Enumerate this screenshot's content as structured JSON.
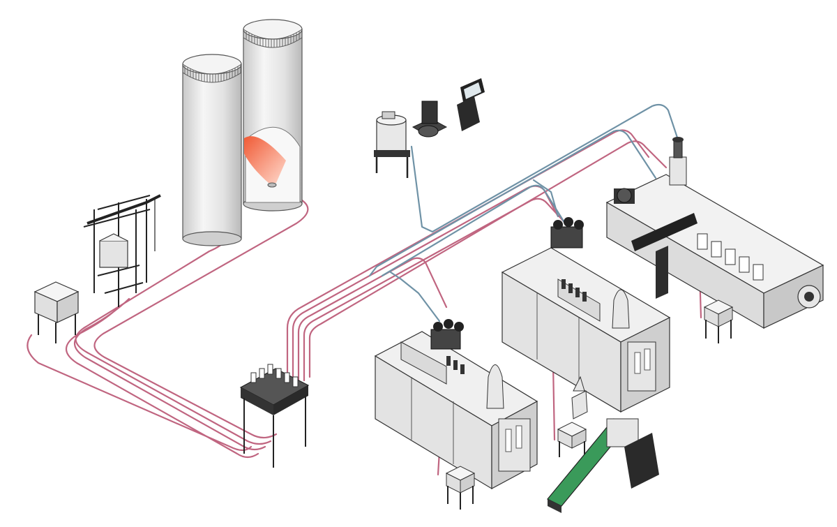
{
  "diagram": {
    "kind": "central-conveying-system-illustration",
    "labels": [],
    "equipment": [
      {
        "name": "storage-silo-left"
      },
      {
        "name": "storage-silo-right"
      },
      {
        "name": "bulk-bag-unloader"
      },
      {
        "name": "material-bin"
      },
      {
        "name": "distribution-manifold"
      },
      {
        "name": "vacuum-pump-unit"
      },
      {
        "name": "dust-collector"
      },
      {
        "name": "control-panel"
      },
      {
        "name": "extruder-line"
      },
      {
        "name": "injection-molding-machine-rear"
      },
      {
        "name": "injection-molding-machine-front"
      },
      {
        "name": "granulator-conveyor"
      },
      {
        "name": "regrind-bin"
      }
    ],
    "lines": {
      "material_color": "#c06580",
      "vacuum_color": "#6f92a6"
    },
    "colors": {
      "machine_fill": "#e9e9e9",
      "machine_stroke": "#3a3a3a",
      "dark_part": "#2a2a2a",
      "silo_fill": "#dcdcdc",
      "silo_highlight": "#f5f5f5",
      "material_cone": "#e8482c",
      "conveyor_belt": "#3a9a5a"
    }
  }
}
